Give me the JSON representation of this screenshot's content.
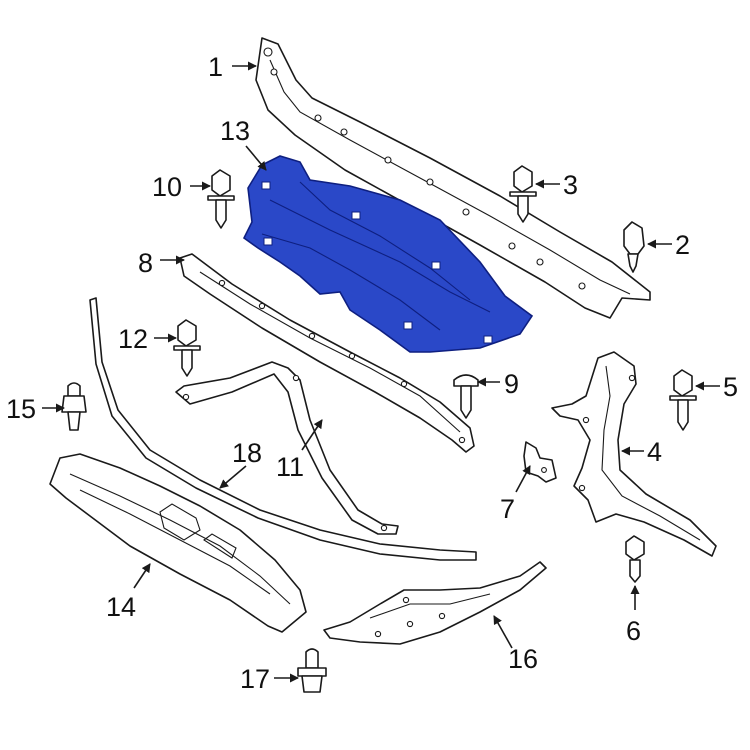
{
  "colors": {
    "highlight": "#2a48c8",
    "highlight_stroke": "#0e1f80",
    "line": "#1a1a1a"
  },
  "callouts": {
    "c1": "1",
    "c2": "2",
    "c3": "3",
    "c4": "4",
    "c5": "5",
    "c6": "6",
    "c7": "7",
    "c8": "8",
    "c9": "9",
    "c10": "10",
    "c11": "11",
    "c12": "12",
    "c13": "13",
    "c14": "14",
    "c15": "15",
    "c16": "16",
    "c17": "17",
    "c18": "18"
  }
}
